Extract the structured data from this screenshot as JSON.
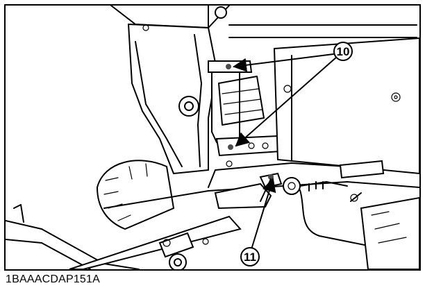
{
  "figure": {
    "code": "1BAAACDAP151A",
    "callouts": [
      {
        "id": "callout-10",
        "label": "10"
      },
      {
        "id": "callout-11",
        "label": "11"
      }
    ]
  },
  "colors": {
    "ink": "#000000",
    "shade": "#8d8d8d",
    "dark": "#4c4c4c",
    "paper": "#ffffff"
  }
}
